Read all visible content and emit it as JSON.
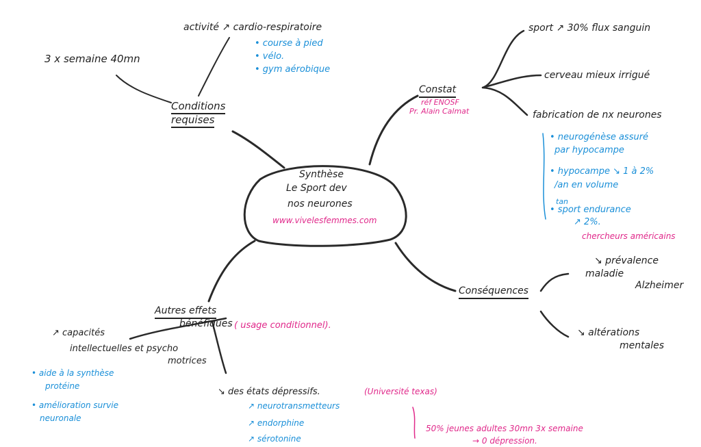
{
  "center": {
    "title": "Synthèse",
    "line1": "Le Sport dev",
    "line2": "nos neurones",
    "source": "www.vivelesfemmes.com"
  },
  "conditions": {
    "title1": "Conditions",
    "title2": "requises",
    "frequency": "3 x semaine 40mn",
    "activity": "activité ↗ cardio-respiratoire",
    "examples": [
      "• course à pied",
      "• vélo.",
      "• gym aérobique"
    ]
  },
  "constat": {
    "title": "Constat",
    "ref1": "réf ENOSF",
    "ref2": "Pr. Alain Calmat",
    "branches": [
      "sport ↗ 30% flux sanguin",
      "cerveau mieux irrigué",
      "fabrication de nx neurones"
    ],
    "notes": [
      "• neurogénèse assuré",
      "par hypocampe",
      "• hypocampe ↘ 1 à 2%",
      "/an en volume",
      "tan",
      "• sport endurance",
      "↗ 2%."
    ],
    "researchers": "chercheurs américains"
  },
  "consequences": {
    "title": "Conséquences",
    "items": [
      [
        "↘ prévalence",
        "maladie",
        "Alzheimer"
      ],
      [
        "↘ altérations",
        "mentales"
      ]
    ]
  },
  "autres": {
    "title1": "Autres effets",
    "title2": "bénéfiques",
    "usage": "( usage conditionnel).",
    "capacites": [
      "↗ capacités",
      "intellectuelles et psycho",
      "motrices"
    ],
    "cap_notes": [
      "• aide à la synthèse",
      "protéine",
      "• amélioration survie",
      "neuronale"
    ],
    "depression": "↘ des états dépressifs.",
    "university": "(Université texas)",
    "dep_notes": [
      "↗ neurotransmetteurs",
      "↗ endorphine",
      "↗ sérotonine"
    ],
    "study": [
      "50% jeunes adultes 30mn 3x semaine",
      "→ 0 dépression."
    ]
  }
}
